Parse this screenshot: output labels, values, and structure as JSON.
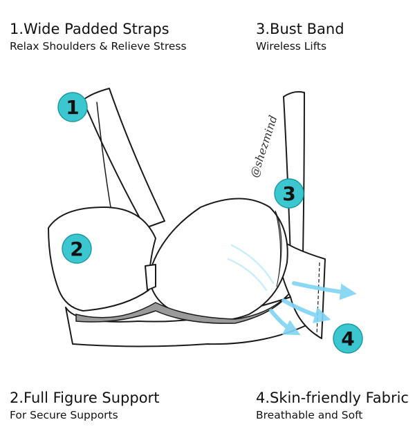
{
  "features": [
    {
      "title": "1.Wide Padded Straps",
      "subtitle": "Relax Shoulders & Relieve Stress"
    },
    {
      "title": "2.Full Figure Support",
      "subtitle": "For Secure Supports"
    },
    {
      "title": "3.Bust Band",
      "subtitle": "Wireless Lifts"
    },
    {
      "title": "4.Skin-friendly Fabric",
      "subtitle": "Breathable and Soft"
    }
  ],
  "badges": [
    "1",
    "2",
    "3",
    "4"
  ],
  "watermark": "@shezmind",
  "colors": {
    "badge": "#3cc6cf",
    "badge_outline": "#1b9aa3",
    "arrow": "#7fd4f5",
    "band_shadow": "#9a9a9a",
    "outline": "#1a1a1a"
  }
}
